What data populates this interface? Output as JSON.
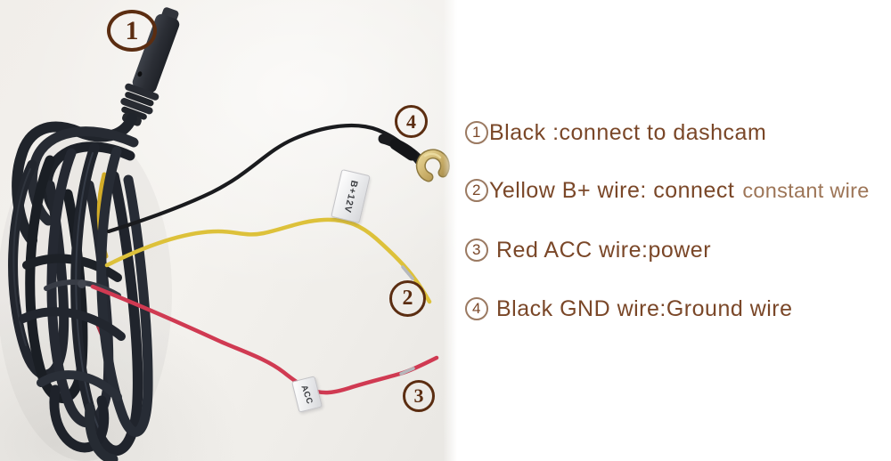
{
  "photo": {
    "callouts": [
      {
        "label": "1"
      },
      {
        "label": "2"
      },
      {
        "label": "3"
      },
      {
        "label": "4"
      }
    ],
    "tags": [
      {
        "label": "B+12V"
      },
      {
        "label": "ACC"
      }
    ]
  },
  "legend": {
    "items": [
      {
        "num": "1",
        "text": "Black :connect to dashcam",
        "note": ""
      },
      {
        "num": "2",
        "text": "Yellow B+ wire: connect",
        "note": "constant wire"
      },
      {
        "num": "3",
        "text": "Red ACC wire:power",
        "note": ""
      },
      {
        "num": "4",
        "text": "Black GND wire:Ground wire",
        "note": ""
      }
    ]
  },
  "colors": {
    "legend_text": "#7a4728",
    "legend_note": "#9d7557",
    "callout": "#5b2d11",
    "yellow_wire": "#ddc13a",
    "red_wire": "#d03a52",
    "black_wire": "#1a1b1e",
    "tag_text": "#3c3e42"
  }
}
